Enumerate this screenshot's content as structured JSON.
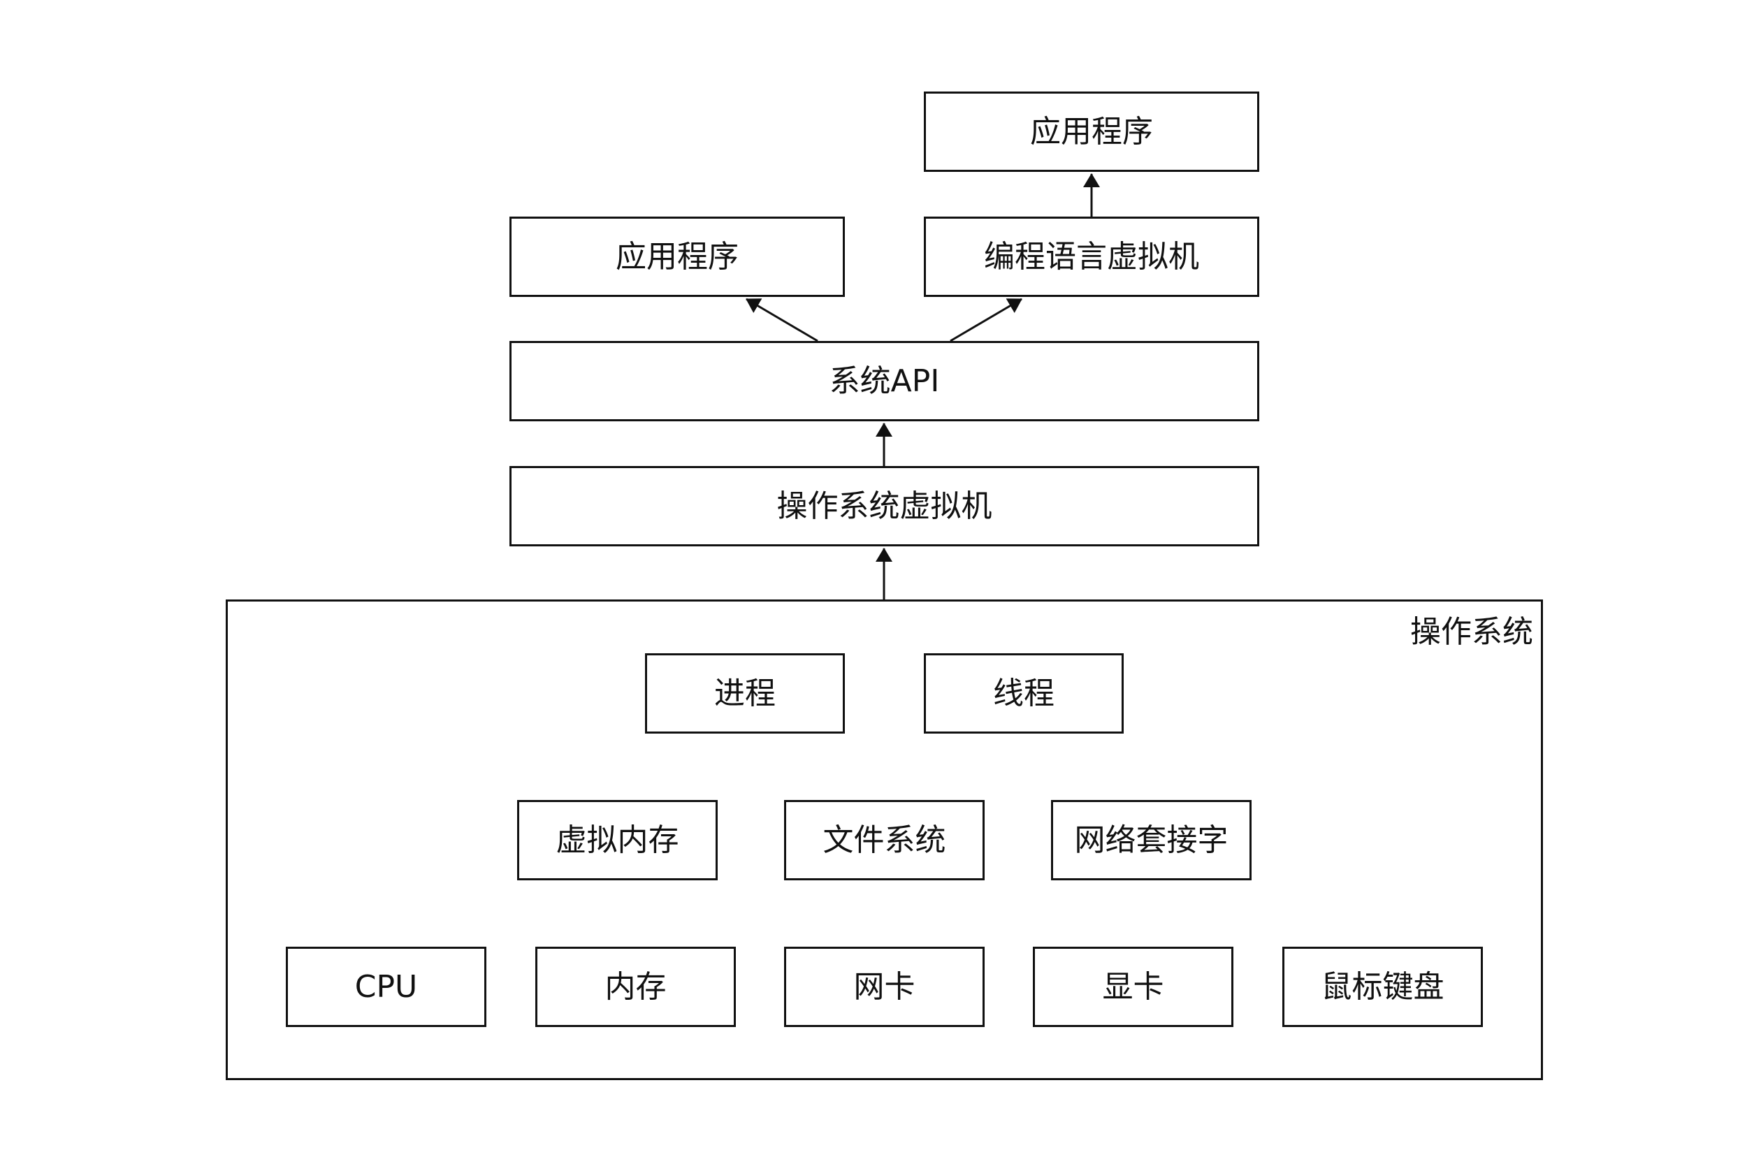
{
  "top": {
    "app_right": "应用程序",
    "app_left": "应用程序",
    "lang_vm": "编程语言虚拟机",
    "system_api": "系统API",
    "os_vm": "操作系统虚拟机"
  },
  "os": {
    "label": "操作系统",
    "row1": [
      "进程",
      "线程"
    ],
    "row2": [
      "虚拟内存",
      "文件系统",
      "网络套接字"
    ],
    "row3": [
      "CPU",
      "内存",
      "网卡",
      "显卡",
      "鼠标键盘"
    ]
  }
}
